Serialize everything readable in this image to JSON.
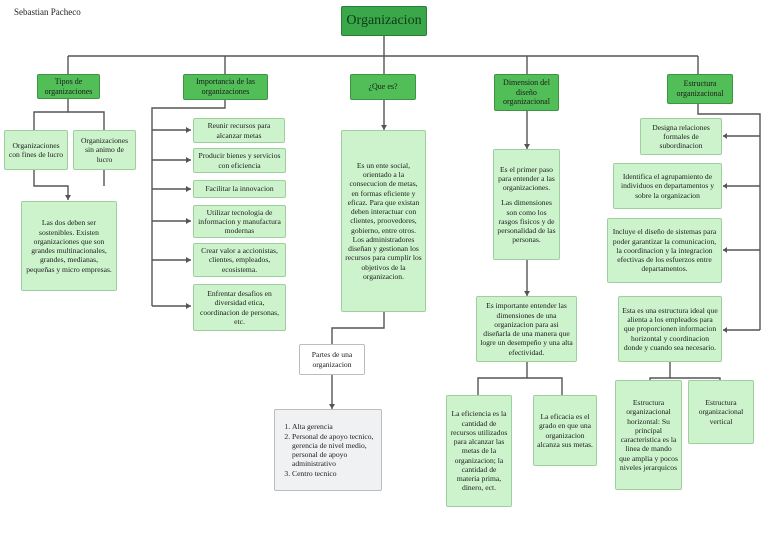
{
  "author": "Sebastian Pacheco",
  "root": "Organizacion",
  "headers": {
    "tipos": "Tipos de organizaciones",
    "importancia": "Importancia de las organizaciones",
    "que_es": "¿Que es?",
    "dimension": "Dimension del diseño organizacional",
    "estructura": "Estructura organizacional"
  },
  "tipos": {
    "con_fines": "Organizaciones con fines de lucro",
    "sin_animo": "Organizaciones sin animo de lucro",
    "detalle": "Las dos deben ser sostenibles. Existen organizaciones que son grandes multinacionales, grandes, medianas, pequeñas y micro empresas."
  },
  "importancia": {
    "items": [
      "Reunir recursos para alcanzar metas",
      "Producir bienes y servicios con eficiencia",
      "Facilitar la innovacion",
      "Utilizar tecnologia de informacion y manufactura modernas",
      "Crear valor a accionistas, clientes, empleados, ecosistema.",
      "Enfrentar desafios en diversidad etica, coordinacion de personas, etc."
    ]
  },
  "que_es": {
    "definicion": "Es un ente social, orientado a la consecucion de metas, en formas eficiente y eficaz. Para que existan deben interactuar con clientes, proovedores, gobierno, entre otros. Los administradores diseñan y gestionan los recursos para cumplir los objetivos de la organizacion.",
    "partes_title": "Partes de una organizacion",
    "partes": [
      "Alta gerencia",
      "Personal de apoyo tecnico, gerencia de nivel medio, personal de apoyo administrativo",
      "Centro tecnico"
    ]
  },
  "dimension": {
    "paso": "Es el primer paso para entender a las organizaciones.",
    "rasgos": "Las dimensiones son como los rasgos fisicos y de personalidad de las personas.",
    "importante": "Es importante entender las dimensiones de una organizacion para asi diseñarla de una manera que logre un desempeño y una alta efectividad.",
    "eficiencia": "La eficiencia es la cantidad de recursos utilizados para alcanzar las metas de la organizacion; la cantidad de materia prima, dinero, ect.",
    "eficacia": "La eficacia es el grado en que una organizacion alcanza sus metas."
  },
  "estructura": {
    "items": [
      "Designa relaciones formales de subordinacion",
      "Identifica el agrupamiento de individuos en departamentos y sobre la organizacion",
      "Incluye el diseño de sistemas para poder garantizar la comunicacion, la coordinacion y la integracion efectivas de los esfuerzos entre departamentos.",
      "Esta es una estructura ideal que alienta a los empleados para que proporcionen informacion horizontal y coordinacion donde y cuando sea necesario."
    ],
    "horizontal": "Estructura organizacional horizontal: Su principal caracteristica es la linea de mando que amplia y pocos niveles jerarquicos",
    "vertical": "Estructura organizacional vertical"
  }
}
